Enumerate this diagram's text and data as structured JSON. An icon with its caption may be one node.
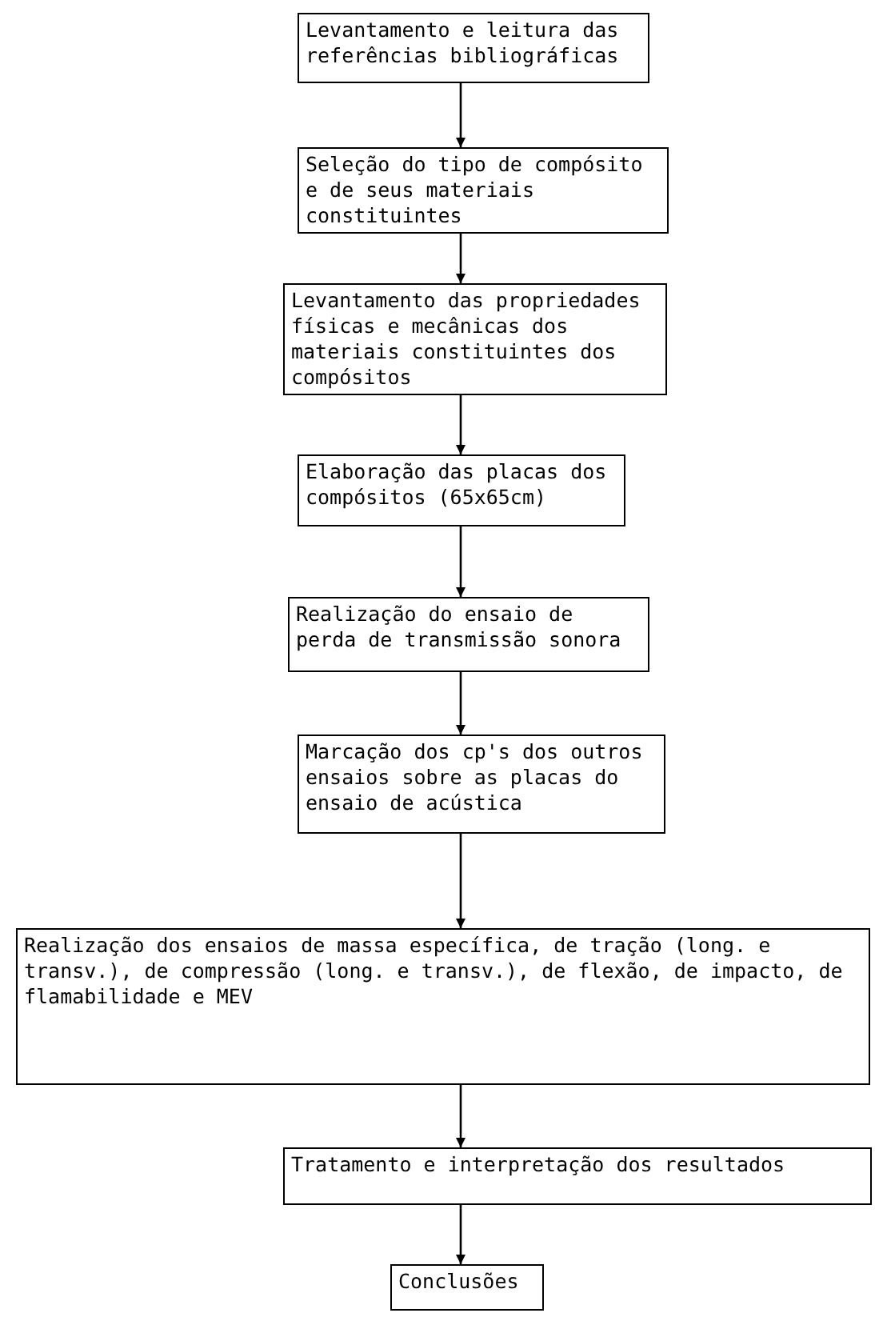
{
  "diagram": {
    "nodes": [
      {
        "text": [
          "Levantamento e leitura das referências bibliográficas"
        ]
      },
      {
        "text": [
          "Seleção do tipo de compósito e de seus materiais constituintes"
        ]
      },
      {
        "text": [
          "Levantamento das propriedades físicas e mecânicas dos materiais constituintes dos compósitos"
        ]
      },
      {
        "text": [
          "Elaboração das placas dos compósitos (65x65cm)"
        ]
      },
      {
        "text": [
          "Realização do ensaio de perda de transmissão sonora"
        ]
      },
      {
        "text": [
          "Marcação dos cp's dos outros ensaios sobre as placas do ensaio de acústica"
        ]
      },
      {
        "text": [
          "Realização dos ensaios de massa específica, de tração (long. e transv.), de compressão (long. e transv.), de flexão, de impacto, de flamabilidade e MEV"
        ]
      },
      {
        "text": [
          "Tratamento e interpretação dos resultados"
        ]
      },
      {
        "text": [
          "Conclusões"
        ]
      }
    ],
    "edges": [
      {
        "from": 0,
        "to": 1,
        "arrow": "to"
      },
      {
        "from": 1,
        "to": 2,
        "arrow": "to"
      },
      {
        "from": 2,
        "to": 3,
        "arrow": "to"
      },
      {
        "from": 3,
        "to": 4,
        "arrow": "to"
      },
      {
        "from": 4,
        "to": 5,
        "arrow": "to"
      },
      {
        "from": 5,
        "to": 6,
        "arrow": "to"
      },
      {
        "from": 6,
        "to": 7,
        "arrow": "to"
      },
      {
        "from": 7,
        "to": 8,
        "arrow": "to"
      }
    ]
  }
}
